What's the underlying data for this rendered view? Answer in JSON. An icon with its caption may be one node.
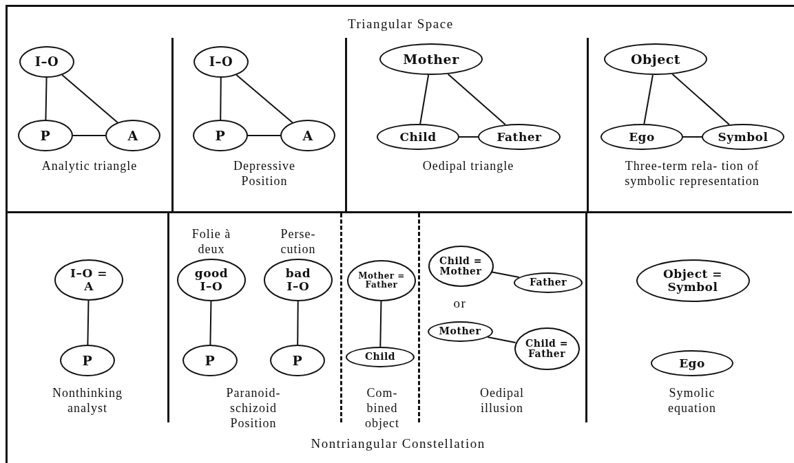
{
  "diagram": {
    "nodes": [
      {
        "text": [
          "Analytic triangle"
        ]
      },
      {
        "text": [
          "I–O"
        ],
        "in": 0
      },
      {
        "text": [
          "P"
        ],
        "in": 0
      },
      {
        "text": [
          "A"
        ],
        "in": 0
      },
      {
        "text": [
          "Depressive Position"
        ]
      },
      {
        "text": [
          "I–O"
        ],
        "in": 4
      },
      {
        "text": [
          "P"
        ],
        "in": 4
      },
      {
        "text": [
          "A"
        ],
        "in": 4
      },
      {
        "text": [
          "Oedipal triangle"
        ]
      },
      {
        "text": [
          "Mother"
        ],
        "in": 8
      },
      {
        "text": [
          "Child"
        ],
        "in": 8
      },
      {
        "text": [
          "Father"
        ],
        "in": 8
      },
      {
        "text": [
          "Three-term rela- tion of symbolic representation"
        ]
      },
      {
        "text": [
          "Object"
        ],
        "in": 12
      },
      {
        "text": [
          "Ego"
        ],
        "in": 12
      },
      {
        "text": [
          "Symbol"
        ],
        "in": 12
      },
      {
        "text": [
          "Nonthinking analyst"
        ]
      },
      {
        "text": [
          "I–O = A"
        ],
        "in": 16
      },
      {
        "text": [
          "P"
        ],
        "in": 16
      },
      {
        "text": [
          "Paranoid- schizoid Position"
        ]
      },
      {
        "text": [
          "good I–O"
        ],
        "in": 19,
        "beside": [
          "Folie à deux"
        ]
      },
      {
        "text": [
          "P"
        ],
        "in": 19
      },
      {
        "text": [
          "bad I–O"
        ],
        "in": 19,
        "beside": [
          "Perse- cution"
        ]
      },
      {
        "text": [
          "P"
        ],
        "in": 19
      },
      {
        "text": [
          "Com- bined object"
        ]
      },
      {
        "text": [
          "Mother = Father"
        ],
        "in": 24
      },
      {
        "text": [
          "Child"
        ],
        "in": 24
      },
      {
        "text": [
          "Oedipal illusion"
        ]
      },
      {
        "text": [
          "Child = Mother"
        ],
        "in": 27
      },
      {
        "text": [
          "Father"
        ],
        "in": 27
      },
      {
        "text": [
          "Mother"
        ],
        "in": 27
      },
      {
        "text": [
          "Child = Father"
        ],
        "in": 27
      },
      {
        "text": [
          "Symolic equation"
        ]
      },
      {
        "text": [
          "Object = Symbol"
        ],
        "in": 32
      },
      {
        "text": [
          "Ego"
        ],
        "in": 32
      }
    ],
    "edges": [
      {
        "from": 1,
        "to": 2,
        "arrow": "none"
      },
      {
        "from": 1,
        "to": 3,
        "arrow": "none"
      },
      {
        "from": 2,
        "to": 3,
        "arrow": "none"
      },
      {
        "from": 5,
        "to": 6,
        "arrow": "none"
      },
      {
        "from": 5,
        "to": 7,
        "arrow": "none"
      },
      {
        "from": 6,
        "to": 7,
        "arrow": "none"
      },
      {
        "from": 9,
        "to": 10,
        "arrow": "none"
      },
      {
        "from": 9,
        "to": 11,
        "arrow": "none"
      },
      {
        "from": 10,
        "to": 11,
        "arrow": "none"
      },
      {
        "from": 13,
        "to": 14,
        "arrow": "none"
      },
      {
        "from": 13,
        "to": 15,
        "arrow": "none"
      },
      {
        "from": 14,
        "to": 15,
        "arrow": "none"
      },
      {
        "from": 17,
        "to": 18,
        "arrow": "none"
      },
      {
        "from": 20,
        "to": 21,
        "arrow": "none"
      },
      {
        "from": 22,
        "to": 23,
        "arrow": "none"
      },
      {
        "from": 25,
        "to": 26,
        "arrow": "none"
      },
      {
        "from": 28,
        "to": 29,
        "arrow": "none"
      },
      {
        "from": 30,
        "to": 31,
        "arrow": "none"
      }
    ],
    "labels": [
      "Triangular Space",
      "or",
      "Nontriangular Constellation"
    ]
  }
}
